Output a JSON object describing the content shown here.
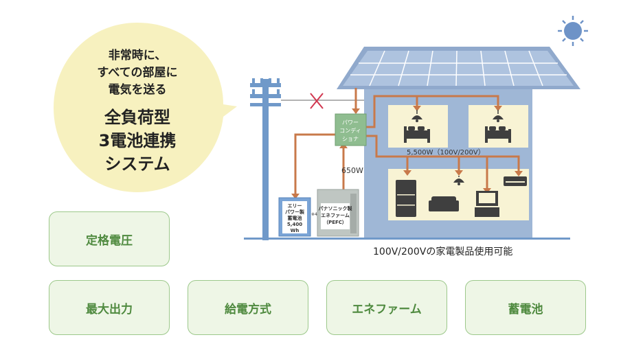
{
  "bubble": {
    "line1": "非常時に、",
    "line2": "すべての部屋に",
    "line3": "電気を送る",
    "title1": "全負荷型",
    "title2": "3電池連携",
    "title3": "システム"
  },
  "diagram": {
    "power_conditioner": [
      "パワー",
      "コンディ",
      "ショナ"
    ],
    "power_650": "650W",
    "power_5500": "5,500W（100V/200V）",
    "battery": [
      "エリー",
      "パワー製",
      "蓄電池",
      "5,400",
      "Wh"
    ],
    "battery_note": "※4",
    "enefarm": [
      "パナソニック製",
      "エネファーム",
      "（PEFC）"
    ],
    "caption": "100V/200Vの家電製品使用可能"
  },
  "buttons": {
    "rated_voltage": "定格電圧",
    "max_output": "最大出力",
    "power_supply": "給電方式",
    "enefarm": "エネファーム",
    "battery": "蓄電池"
  },
  "colors": {
    "house": "#9fb7d6",
    "roof": "#90a9cc",
    "wire": "#c8794a",
    "bubble": "#f7f1bf",
    "button_bg": "#eef6e6",
    "button_text": "#4f8a3f"
  }
}
